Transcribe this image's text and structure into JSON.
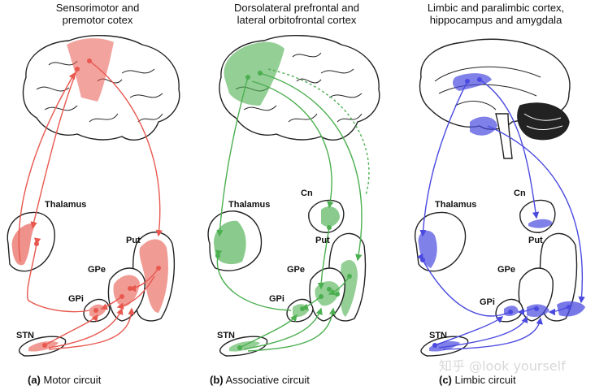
{
  "panels": [
    {
      "title_line1": "Sensorimotor and",
      "title_line2": "premotor cotex",
      "caption_letter": "(a)",
      "caption_text": "Motor circuit",
      "labels": {
        "thalamus": "Thalamus",
        "put": "Put",
        "gpe": "GPe",
        "gpi": "GPi",
        "stn": "STN"
      }
    },
    {
      "title_line1": "Dorsolateral prefrontal and",
      "title_line2": "lateral orbitofrontal cortex",
      "caption_letter": "(b)",
      "caption_text": "Associative circuit",
      "labels": {
        "thalamus": "Thalamus",
        "cn": "Cn",
        "put": "Put",
        "gpe": "GPe",
        "gpi": "GPi",
        "stn": "STN"
      }
    },
    {
      "title_line1": "Limbic and paralimbic cortex,",
      "title_line2": "hippocampus and amygdala",
      "caption_letter": "(c)",
      "caption_text": "Limbic circuit",
      "labels": {
        "thalamus": "Thalamus",
        "cn": "Cn",
        "put": "Put",
        "gpe": "GPe",
        "gpi": "GPi",
        "stn": "STN"
      }
    }
  ],
  "colors": {
    "motor": "#e8584f",
    "associative": "#4caf50",
    "limbic": "#4a4ae0",
    "outline": "#222222"
  },
  "watermark": "知乎 @look yourself"
}
